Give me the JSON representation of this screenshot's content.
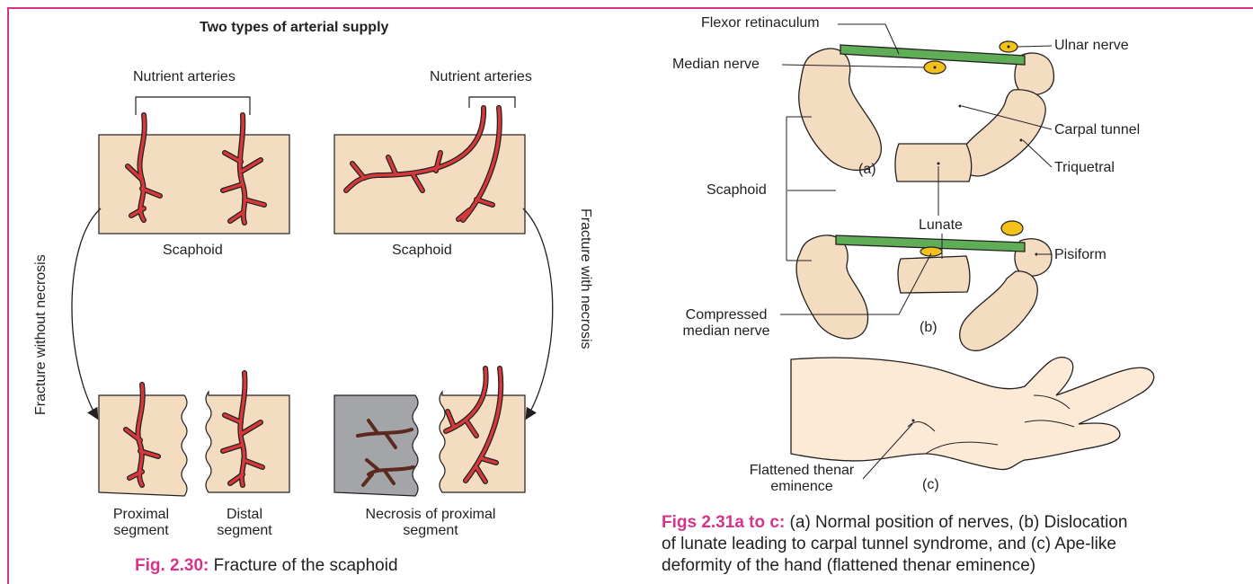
{
  "left_figure": {
    "title": "Two types of arterial supply",
    "nutrient_left": "Nutrient arteries",
    "nutrient_right": "Nutrient arteries",
    "scaphoid_left": "Scaphoid",
    "scaphoid_right": "Scaphoid",
    "fracture_without": "Fracture without necrosis",
    "fracture_with": "Fracture with necrosis",
    "proximal_segment": [
      "Proximal",
      "segment"
    ],
    "distal_segment": [
      "Distal",
      "segment"
    ],
    "necrosis": [
      "Necrosis of proximal",
      "segment"
    ],
    "caption_label": "Fig. 2.30:",
    "caption_text": " Fracture of the scaphoid",
    "colors": {
      "bone": "#f3dcc0",
      "artery": "#d6393a",
      "necrotic_artery": "#5b2a1e",
      "necrotic_bone": "#a3a5a8",
      "accent": "#d6348c"
    }
  },
  "right_figure": {
    "flexor_retinaculum": "Flexor retinaculum",
    "median_nerve": "Median nerve",
    "ulnar_nerve": "Ulnar nerve",
    "carpal_tunnel": "Carpal tunnel",
    "triquetral": "Triquetral",
    "scaphoid": "Scaphoid",
    "lunate": "Lunate",
    "label_a": "(a)",
    "pisiform": "Pisiform",
    "compressed": [
      "Compressed",
      "median nerve"
    ],
    "label_b": "(b)",
    "flattened": [
      "Flattened thenar",
      "eminence"
    ],
    "label_c": "(c)",
    "caption_label": "Figs 2.31a to c:",
    "caption_lines": [
      " (a) Normal position of nerves, (b) Dislocation",
      "of lunate leading to carpal tunnel syndrome, and (c) Ape-like",
      "deformity of the hand (flattened thenar eminence)"
    ],
    "colors": {
      "retinaculum": "#5fae57",
      "nerve": "#f2c21a",
      "skin": "#fce9d6"
    }
  }
}
